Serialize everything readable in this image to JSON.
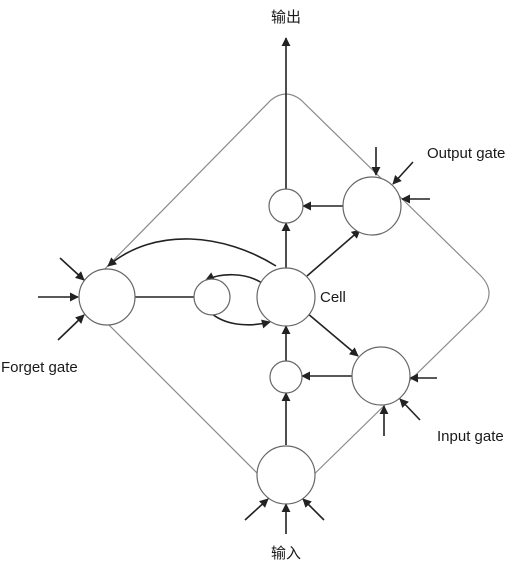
{
  "labels": {
    "output_top": "输出",
    "input_bottom": "输入",
    "cell": "Cell",
    "output_gate": "Output gate",
    "input_gate": "Input gate",
    "forget_gate": "Forget gate"
  }
}
